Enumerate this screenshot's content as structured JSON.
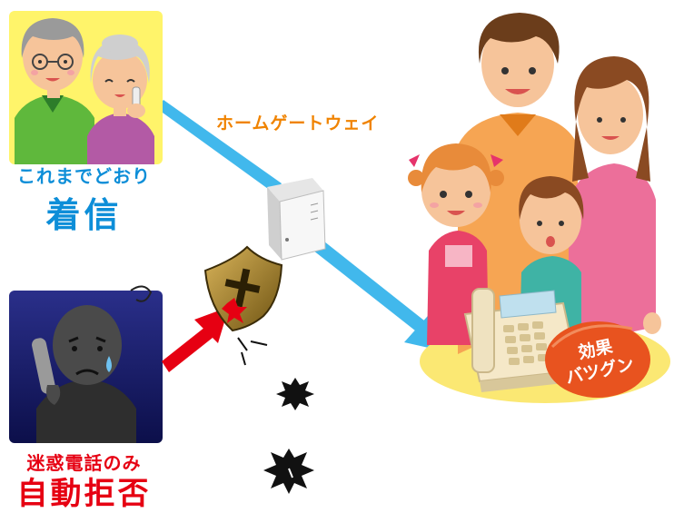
{
  "gateway_label": "ホームゲートウェイ",
  "normal_call": {
    "caption_line1": "これまでどおり",
    "caption_line2": "着信"
  },
  "spam_call": {
    "caption_line1": "迷惑電話のみ",
    "caption_line2": "自動拒否"
  },
  "effect_badge": {
    "line1": "効果",
    "line2": "バツグン"
  },
  "colors": {
    "normal_arrow": "#41b8ec",
    "spam_arrow": "#e60012",
    "normal_caption": "#0d8ed8",
    "spam_caption": "#e60012",
    "gateway_label": "#f08300",
    "effect_badge": "#e8531f",
    "grand_panel": "#fff46a",
    "spam_panel": "#171a6b"
  },
  "icons": [
    "shield-icon",
    "gateway-device-icon",
    "telephone-icon",
    "explosion-icon"
  ]
}
